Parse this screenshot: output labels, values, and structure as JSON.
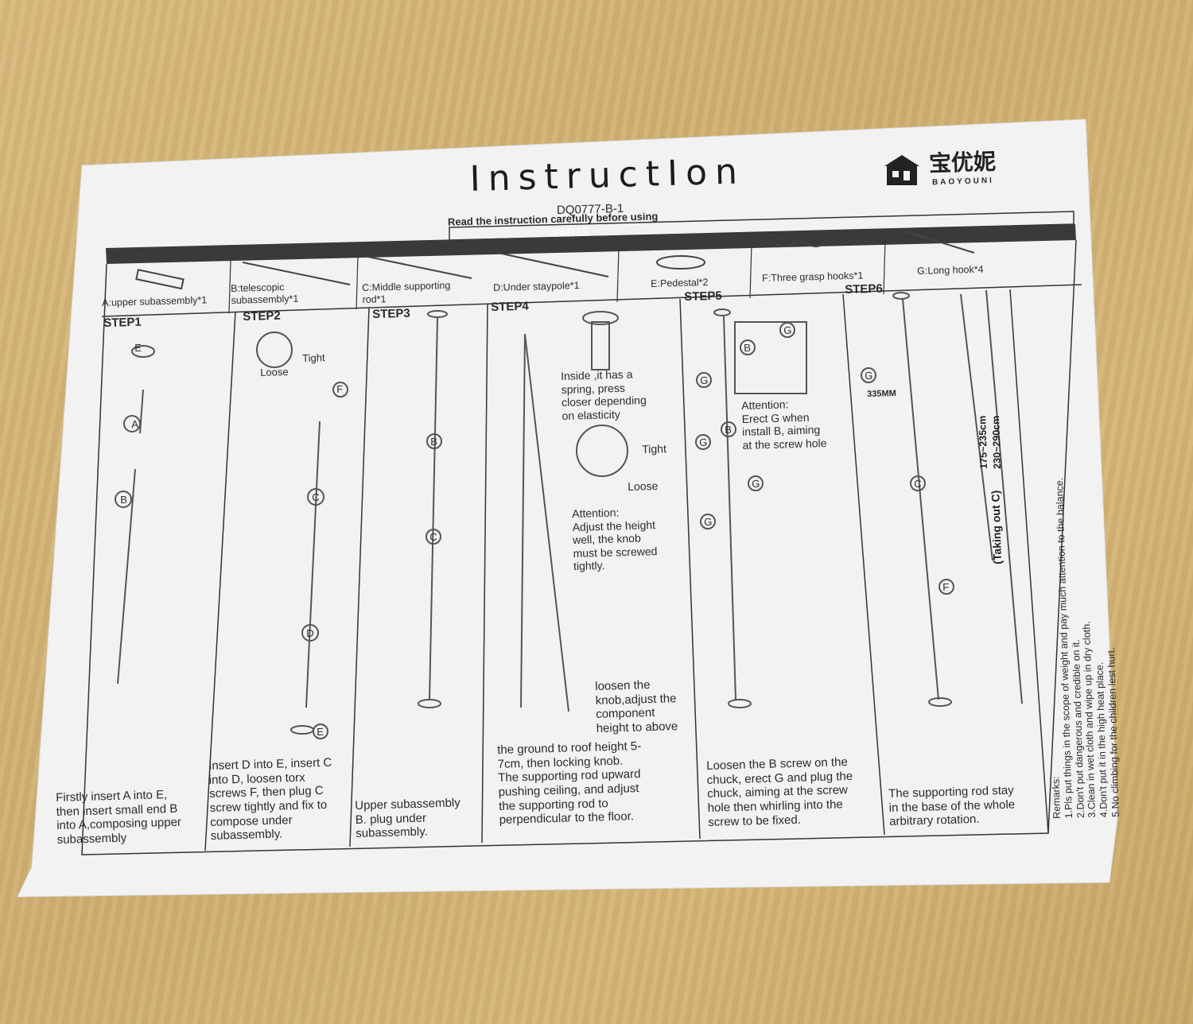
{
  "title": "InstructIon",
  "model": "DQ0777-B-1",
  "read_first": "Read the instruction carefully before using",
  "parts_header": "PARTS",
  "logo": {
    "name": "宝优妮",
    "sub": "BAOYOUNI"
  },
  "parts": [
    "A:upper subassembly*1",
    "B:telescopic\n  subassembly*1",
    "C:Middle supporting\n rod*1",
    "D:Under staypole*1",
    "E:Pedestal*2",
    "F:Three grasp hooks*1",
    "G:Long hook*4"
  ],
  "steps": [
    {
      "title": "STEP1",
      "text": "Firstly insert A into E,\nthen insert small end B\n into A,composing upper\nsubassembly"
    },
    {
      "title": "STEP2",
      "text": "Insert D into E, insert C\ninto D, loosen torx\nscrews F, then plug C\nscrew tightly and fix to\ncompose under\nsubassembly."
    },
    {
      "title": "STEP3",
      "text": "Upper subassembly\n B. plug under\nsubassembly."
    },
    {
      "title": "STEP4",
      "text": "the ground to roof height 5-\n7cm, then locking knob.\nThe supporting rod upward\npushing ceiling, and adjust\nthe supporting rod to\nperpendicular to the floor."
    },
    {
      "title": "STEP5",
      "text": "Loosen the B screw on the\nchuck, erect G and plug the\nchuck, aiming at the screw\nhole then whirling into the\nscrew to be fixed."
    },
    {
      "title": "STEP6",
      "text": "The supporting rod stay\nin the base of the whole\narbitrary rotation."
    }
  ],
  "notes": {
    "tight": "Tight",
    "loose": "Loose",
    "inside_spring": "Inside ,it has a\nspring, press\ncloser depending\non elasticity",
    "attention4": "Attention:\nAdjust the height\nwell, the knob\nmust be screwed\ntightly.",
    "loosen_knob": "loosen the\nknob,adjust the\ncomponent\nheight to above",
    "attention5": "Attention:\nErect G when\ninstall B, aiming\nat the screw hole",
    "size_335": "335MM",
    "size_175": "175~235cm",
    "size_230": "230~290cm",
    "taking_out": "(Taking out C)"
  },
  "letters": {
    "A": "A",
    "B": "B",
    "C": "C",
    "D": "D",
    "E": "E",
    "F": "F",
    "G": "G"
  },
  "remarks": "Remarks:\n1.Pls put things in the scope of weight and pay much attention to the balance.\n2.Don't put dangerous and credible on it.\n3.Clean in wet cloth and wipe up in dry cloth.\n4.Don't put it in the high heat place.\n5.No climbing for the children lest hurt.",
  "colors": {
    "paper": "#f3f3f4",
    "table_bar": "#3a3a3a",
    "wood": "#d4b374"
  }
}
